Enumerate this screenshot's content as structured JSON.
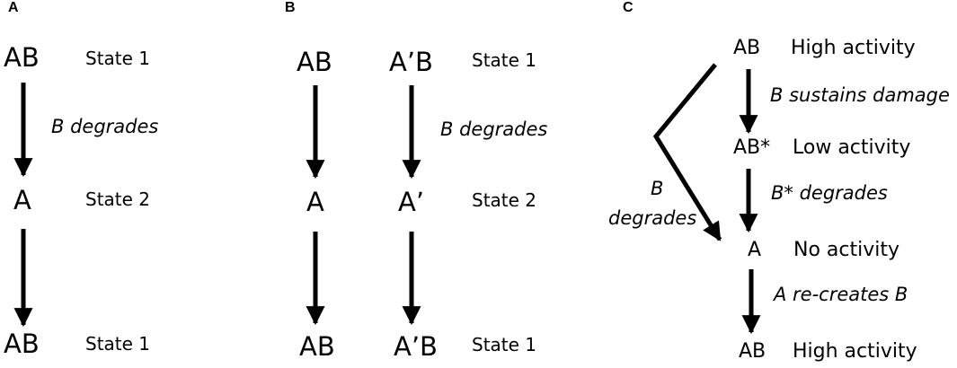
{
  "panel_a": {
    "letter": "A",
    "top_node": "AB",
    "top_state": "State 1",
    "arrow1_label": "B degrades",
    "mid_node": "A",
    "mid_state": "State 2",
    "bottom_node": "AB",
    "bottom_state": "State 1"
  },
  "panel_b": {
    "letter": "B",
    "top_left": "AB",
    "top_right": "A’B",
    "top_state": "State 1",
    "arrow_label": "B degrades",
    "mid_left": "A",
    "mid_right": "A’",
    "mid_state": "State 2",
    "bottom_left": "AB",
    "bottom_right": "A’B",
    "bottom_state": "State 1"
  },
  "panel_c": {
    "letter": "C",
    "n1": "AB",
    "n1_state": "High activity",
    "a1_label": "B sustains damage",
    "n2": "AB*",
    "n2_state": "Low activity",
    "a2_label": "B* degrades",
    "n3": "A",
    "n3_state": "No activity",
    "a3_label": "A re-creates B",
    "n4": "AB",
    "n4_state": "High activity",
    "side_label_line1": "B",
    "side_label_line2": "degrades"
  },
  "colors": {
    "ink": "#000000",
    "background": "#ffffff"
  }
}
